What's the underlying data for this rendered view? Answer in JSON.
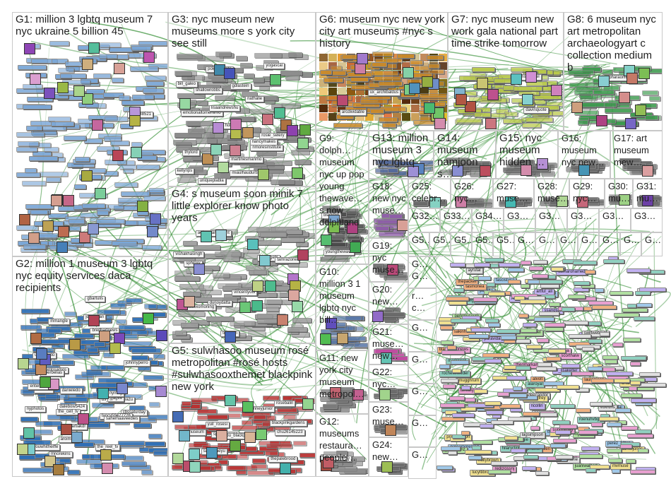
{
  "graph": {
    "groups": [
      {
        "id": "G1",
        "title": "G1: million 3 lgbtq museum 7 nyc ukraine 5 billion 45",
        "color": "#7aa6d6",
        "labels": [
          "pi20088521"
        ]
      },
      {
        "id": "G2",
        "title": "G2: million 1 museum 3 lgbtq nyc equity services daca recipients",
        "color": "#2f6fb5",
        "labels": [
          "dalebow5424",
          "cbssaturday",
          "la chartiakdr",
          "the_reel_tv",
          "mmangle",
          "gbartulis",
          "johnnyperro",
          "nyphotos",
          "cctrimbs",
          "mnorekins",
          "unperfecto",
          "the_cell_tv",
          "lonnyyouwhitheiffe",
          "bs_rodolfooyazu",
          "breitbartnews",
          "fancy59477726",
          "gjagee",
          "jdseaman",
          "nymag",
          "enteradirinetr",
          "aroimaru",
          "sahemaaveedies",
          "danieledo",
          "zentosamos",
          "aberbelias"
        ]
      },
      {
        "id": "G3",
        "title": "G3: nyc museum new museums more s york city see still",
        "color": "#8a8a8a",
        "labels": [
          "emotionaltomeniinfo",
          "nathalie",
          "martinesmanmo",
          "gdlastein",
          "miaulhaudurts",
          "shallowrobbs",
          "lisaandrewshu",
          "rosie_selery",
          "kellyrips",
          "nancymakes",
          "thytord",
          "bill_galeo",
          "hollymi",
          "uniqueplabla",
          "yogascai",
          "polgetoronto",
          "nmoresinstitute"
        ]
      },
      {
        "id": "G4",
        "title": "G4: s museum soon minik 7 little explorer know photo years",
        "color": "#9b9b9b",
        "labels": [
          "aeltermananaunt",
          "durjoydatta",
          "tilesoon",
          "vishakhasingh",
          "dohaoakinn",
          "vincentyoul",
          "unpalgebi",
          "tamrazone",
          "oddexomoning",
          "sphinxy"
        ]
      },
      {
        "id": "G5",
        "title": "G5: sulwhasoo museum rosé metropolitan #rosé hosts #sulwhasooxthemet blackpink new york",
        "color": "#b83232",
        "labels": [
          "metmuseum",
          "blackpinkgardens",
          "sanrosaeyu",
          "splashnewsc",
          "bbu_blackpink",
          "yuil_rosesi",
          "chu26145223",
          "rosebalin",
          "julianneyjunior",
          "thepalebrood"
        ]
      },
      {
        "id": "G6",
        "title": "G6: museum nyc new york city art museums #nyc s history",
        "color": "#c98a2c",
        "labels": [
          "arcdividable",
          "ux_archibaldus"
        ]
      },
      {
        "id": "G7",
        "title": "G7: nyc museum new work gala national part time strike tomorrow",
        "color": "#b9c94a",
        "labels": [
          "sensitlandel",
          "davinquote"
        ]
      },
      {
        "id": "G8",
        "title": "G8: 6 museum nyc art metropolitan archaeologyart c collection medium b",
        "color": "#3d9a4e",
        "labels": [
          "pharaonicmuseum"
        ]
      },
      {
        "id": "G9",
        "title": "G9: dolph… museum nyc up pop young thewave… s now dolphland",
        "color": "#4b4b4b",
        "labels": [
          "blackpin",
          "youngthewave"
        ]
      },
      {
        "id": "G10",
        "title": "G10: million 3 1 museum lgbtq nyc bill…",
        "color": "#5a78a8",
        "labels": []
      },
      {
        "id": "G11",
        "title": "G11: new york city museum metropol…",
        "color": "#7b7b7b",
        "labels": []
      },
      {
        "id": "G12",
        "title": "G12: museums restaura… people…",
        "color": "#8c8c8c",
        "labels": [
          "applebloo",
          "fvegandeatt"
        ]
      },
      {
        "id": "G13",
        "title": "G13: million museum 3 nyc lgbtq",
        "color": "#556a9b",
        "labels": []
      },
      {
        "id": "G14",
        "title": "G14: museum namjoon s…",
        "color": "#6a6a6a",
        "labels": []
      },
      {
        "id": "G15",
        "title": "G15: nyc museum hidden …",
        "color": "#6a6a6a",
        "labels": []
      },
      {
        "id": "G16",
        "title": "G16: museum nyc new…",
        "color": "#6a6a6a",
        "labels": []
      },
      {
        "id": "G17",
        "title": "G17: art museum mew…",
        "color": "#6a6a6a",
        "labels": []
      },
      {
        "id": "G18",
        "title": "G18: new nyc muse…",
        "color": "#8e5ea8",
        "labels": []
      },
      {
        "id": "G19",
        "title": "G19: nyc muse…",
        "color": "#6a6a6a",
        "labels": []
      },
      {
        "id": "G20",
        "title": "G20: new…",
        "color": "#6a6a6a",
        "labels": []
      },
      {
        "id": "G21",
        "title": "G21: muse… new…",
        "color": "#c04aa0",
        "labels": []
      },
      {
        "id": "G22",
        "title": "G22: nyc…",
        "color": "#6a6a6a",
        "labels": []
      },
      {
        "id": "G23",
        "title": "G23: muse…",
        "color": "#6a6a6a",
        "labels": []
      },
      {
        "id": "G24",
        "title": "G24: new…",
        "color": "#6a6a6a",
        "labels": []
      },
      {
        "id": "G25",
        "title": "G25: celebr…",
        "color": "#6a6a6a",
        "labels": []
      },
      {
        "id": "G26",
        "title": "G26: nyc…",
        "color": "#6a6a6a",
        "labels": []
      },
      {
        "id": "G27",
        "title": "G27: muse…",
        "color": "#6a6a6a",
        "labels": []
      },
      {
        "id": "G28",
        "title": "G28: muse…",
        "color": "#6a6a6a",
        "labels": []
      },
      {
        "id": "G29",
        "title": "G29: nyc…",
        "color": "#6a6a6a",
        "labels": []
      },
      {
        "id": "G30",
        "title": "G30: mu…",
        "color": "#6a6a6a",
        "labels": []
      },
      {
        "id": "G31",
        "title": "G31: mu…",
        "color": "#6a6a6a",
        "labels": []
      }
    ],
    "small_titles": {
      "row_a": [
        "G32…",
        "G33…",
        "G34…",
        "G3…",
        "G3…",
        "G3…",
        "G3…",
        "G3…"
      ],
      "row_b": [
        "G5…",
        "G5…",
        "G5…",
        "G5…",
        "G5…",
        "G…",
        "G…",
        "G…",
        "G…",
        "G…",
        "G…",
        "G…"
      ],
      "col_c": [
        "G…G…",
        "r… c…",
        "G…",
        "G…",
        "G…",
        "G…",
        "G…"
      ]
    },
    "edge_color": "#2e8b2e",
    "overflow_labels": [
      "kyoka",
      "pbratta",
      "mvmuse",
      "perkmuseum",
      "laurenjean",
      "ssangtao",
      "ayleecandor",
      "rochellefeeder",
      "theqmarkamagi",
      "perez_hilton",
      "danieljones",
      "bennyjohnson",
      "thepacket",
      "dr_lisakelter",
      "masssppeal",
      "leighcrossiaia",
      "fantasy_iv",
      "pareamoreland",
      "dhaliwalomil",
      "fullytw0",
      "blackgamer",
      "samarohamed",
      "sensuadin",
      "roenuhvbgat",
      "chiefmusk",
      "tfnetworks",
      "mugghrum",
      "rigelcolbe",
      "glowwoittlsen",
      "rudyandluinth",
      "lagsimpson",
      "stevepricewi",
      "yahoonews",
      "nyclcofficial",
      "lucyltibrook",
      "ryanmartnz",
      "alvolt",
      "kristinf",
      "ayrutal",
      "marklorek",
      "redcrossnj",
      "annywyolde",
      "ilsegodfrey",
      "alexcheshel",
      "tasmonea",
      "puravidaly",
      "swiltwebrunt",
      "hemaangie",
      "sungnyday",
      "ieatwmetai",
      "prism_moon",
      "scottwalsh",
      "sakinhuda",
      "ncollin",
      "rick_salrie",
      "hilaryclinton",
      "rosmindia",
      "bizmedler",
      "hollybrown",
      "juaniwalbert",
      "grandpeople",
      "artful_ali",
      "voxruns",
      "aiaroyal",
      "scorthaiw",
      "fascistusa"
    ]
  }
}
